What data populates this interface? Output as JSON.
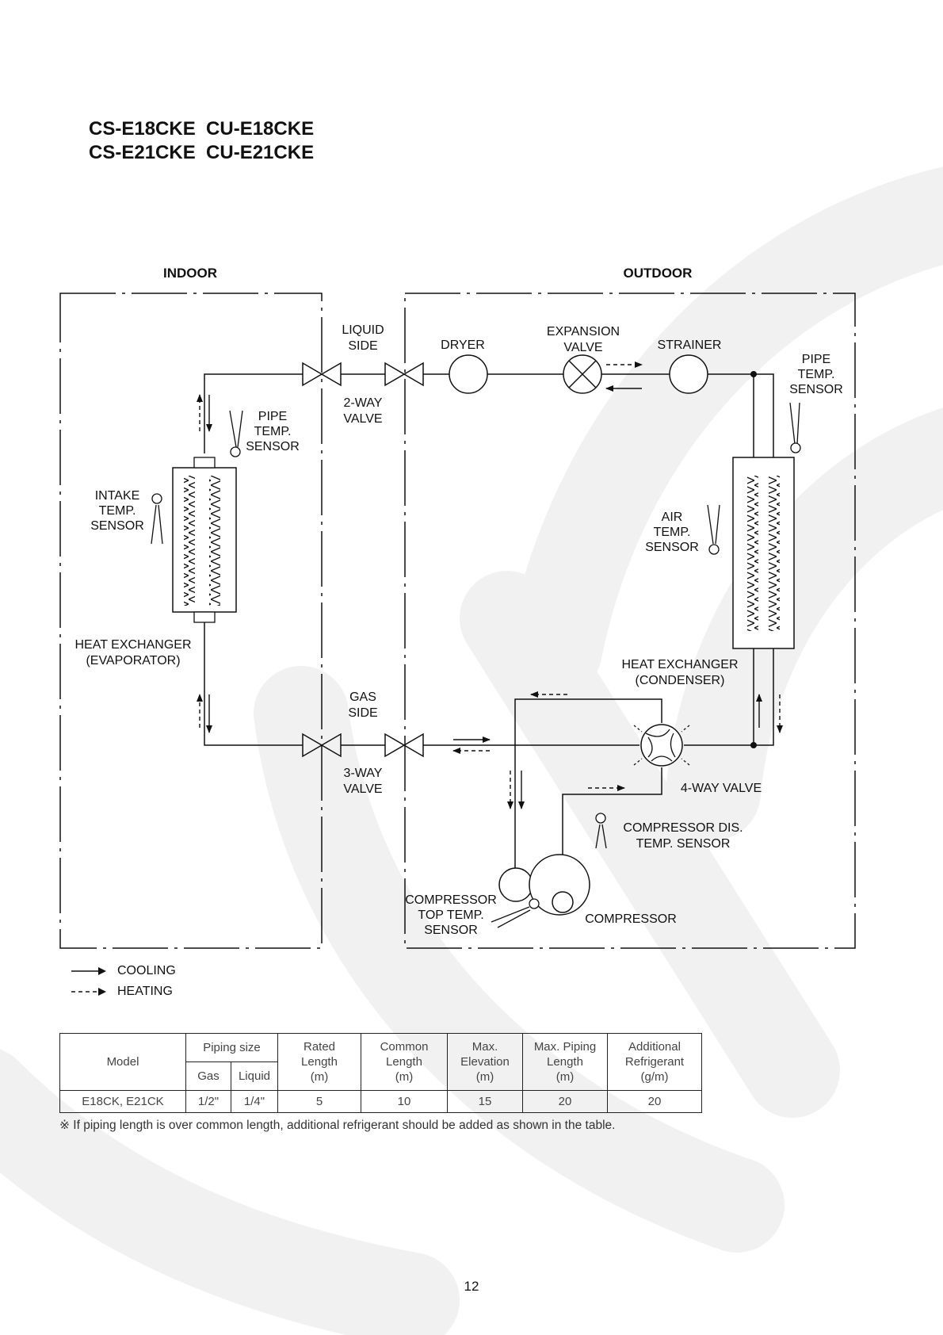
{
  "title": {
    "line1": "CS-E18CKE  CU-E18CKE",
    "line2": "CS-E21CKE  CU-E21CKE"
  },
  "labels": {
    "indoor": "INDOOR",
    "outdoor": "OUTDOOR",
    "liquid_side": [
      "LIQUID",
      "SIDE"
    ],
    "two_way_valve": [
      "2-WAY",
      "VALVE"
    ],
    "dryer": "DRYER",
    "expansion_valve": [
      "EXPANSION",
      "VALVE"
    ],
    "strainer": "STRAINER",
    "pipe_temp_sensor_outdoor": [
      "PIPE",
      "TEMP.",
      "SENSOR"
    ],
    "pipe_temp_sensor_indoor": [
      "PIPE",
      "TEMP.",
      "SENSOR"
    ],
    "intake_temp_sensor": [
      "INTAKE",
      "TEMP.",
      "SENSOR"
    ],
    "air_temp_sensor": [
      "AIR",
      "TEMP.",
      "SENSOR"
    ],
    "heat_exchanger_evaporator": [
      "HEAT EXCHANGER",
      "(EVAPORATOR)"
    ],
    "heat_exchanger_condenser": [
      "HEAT EXCHANGER",
      "(CONDENSER)"
    ],
    "gas_side": [
      "GAS",
      "SIDE"
    ],
    "three_way_valve": [
      "3-WAY",
      "VALVE"
    ],
    "four_way_valve": "4-WAY VALVE",
    "compressor_dis_temp_sensor": [
      "COMPRESSOR DIS.",
      "TEMP. SENSOR"
    ],
    "compressor_top_temp_sensor": [
      "COMPRESSOR",
      "TOP TEMP.",
      "SENSOR"
    ],
    "compressor": "COMPRESSOR"
  },
  "legend": {
    "cooling": "COOLING",
    "heating": "HEATING"
  },
  "table": {
    "headers": {
      "model": "Model",
      "piping_size": "Piping size",
      "gas": "Gas",
      "liquid": "Liquid",
      "rated_length": [
        "Rated",
        "Length",
        "(m)"
      ],
      "common_length": [
        "Common",
        "Length",
        "(m)"
      ],
      "max_elevation": [
        "Max.",
        "Elevation",
        "(m)"
      ],
      "max_piping_length": [
        "Max. Piping",
        "Length",
        "(m)"
      ],
      "additional_refrigerant": [
        "Additional",
        "Refrigerant",
        "(g/m)"
      ]
    },
    "row": {
      "model": "E18CK, E21CK",
      "gas": "1/2\"",
      "liquid": "1/4\"",
      "rated_length": "5",
      "common_length": "10",
      "max_elevation": "15",
      "max_piping_length": "20",
      "additional_refrigerant": "20"
    }
  },
  "note": "※ If piping length is over common length, additional refrigerant should be added as shown in the table.",
  "page_number": "12"
}
